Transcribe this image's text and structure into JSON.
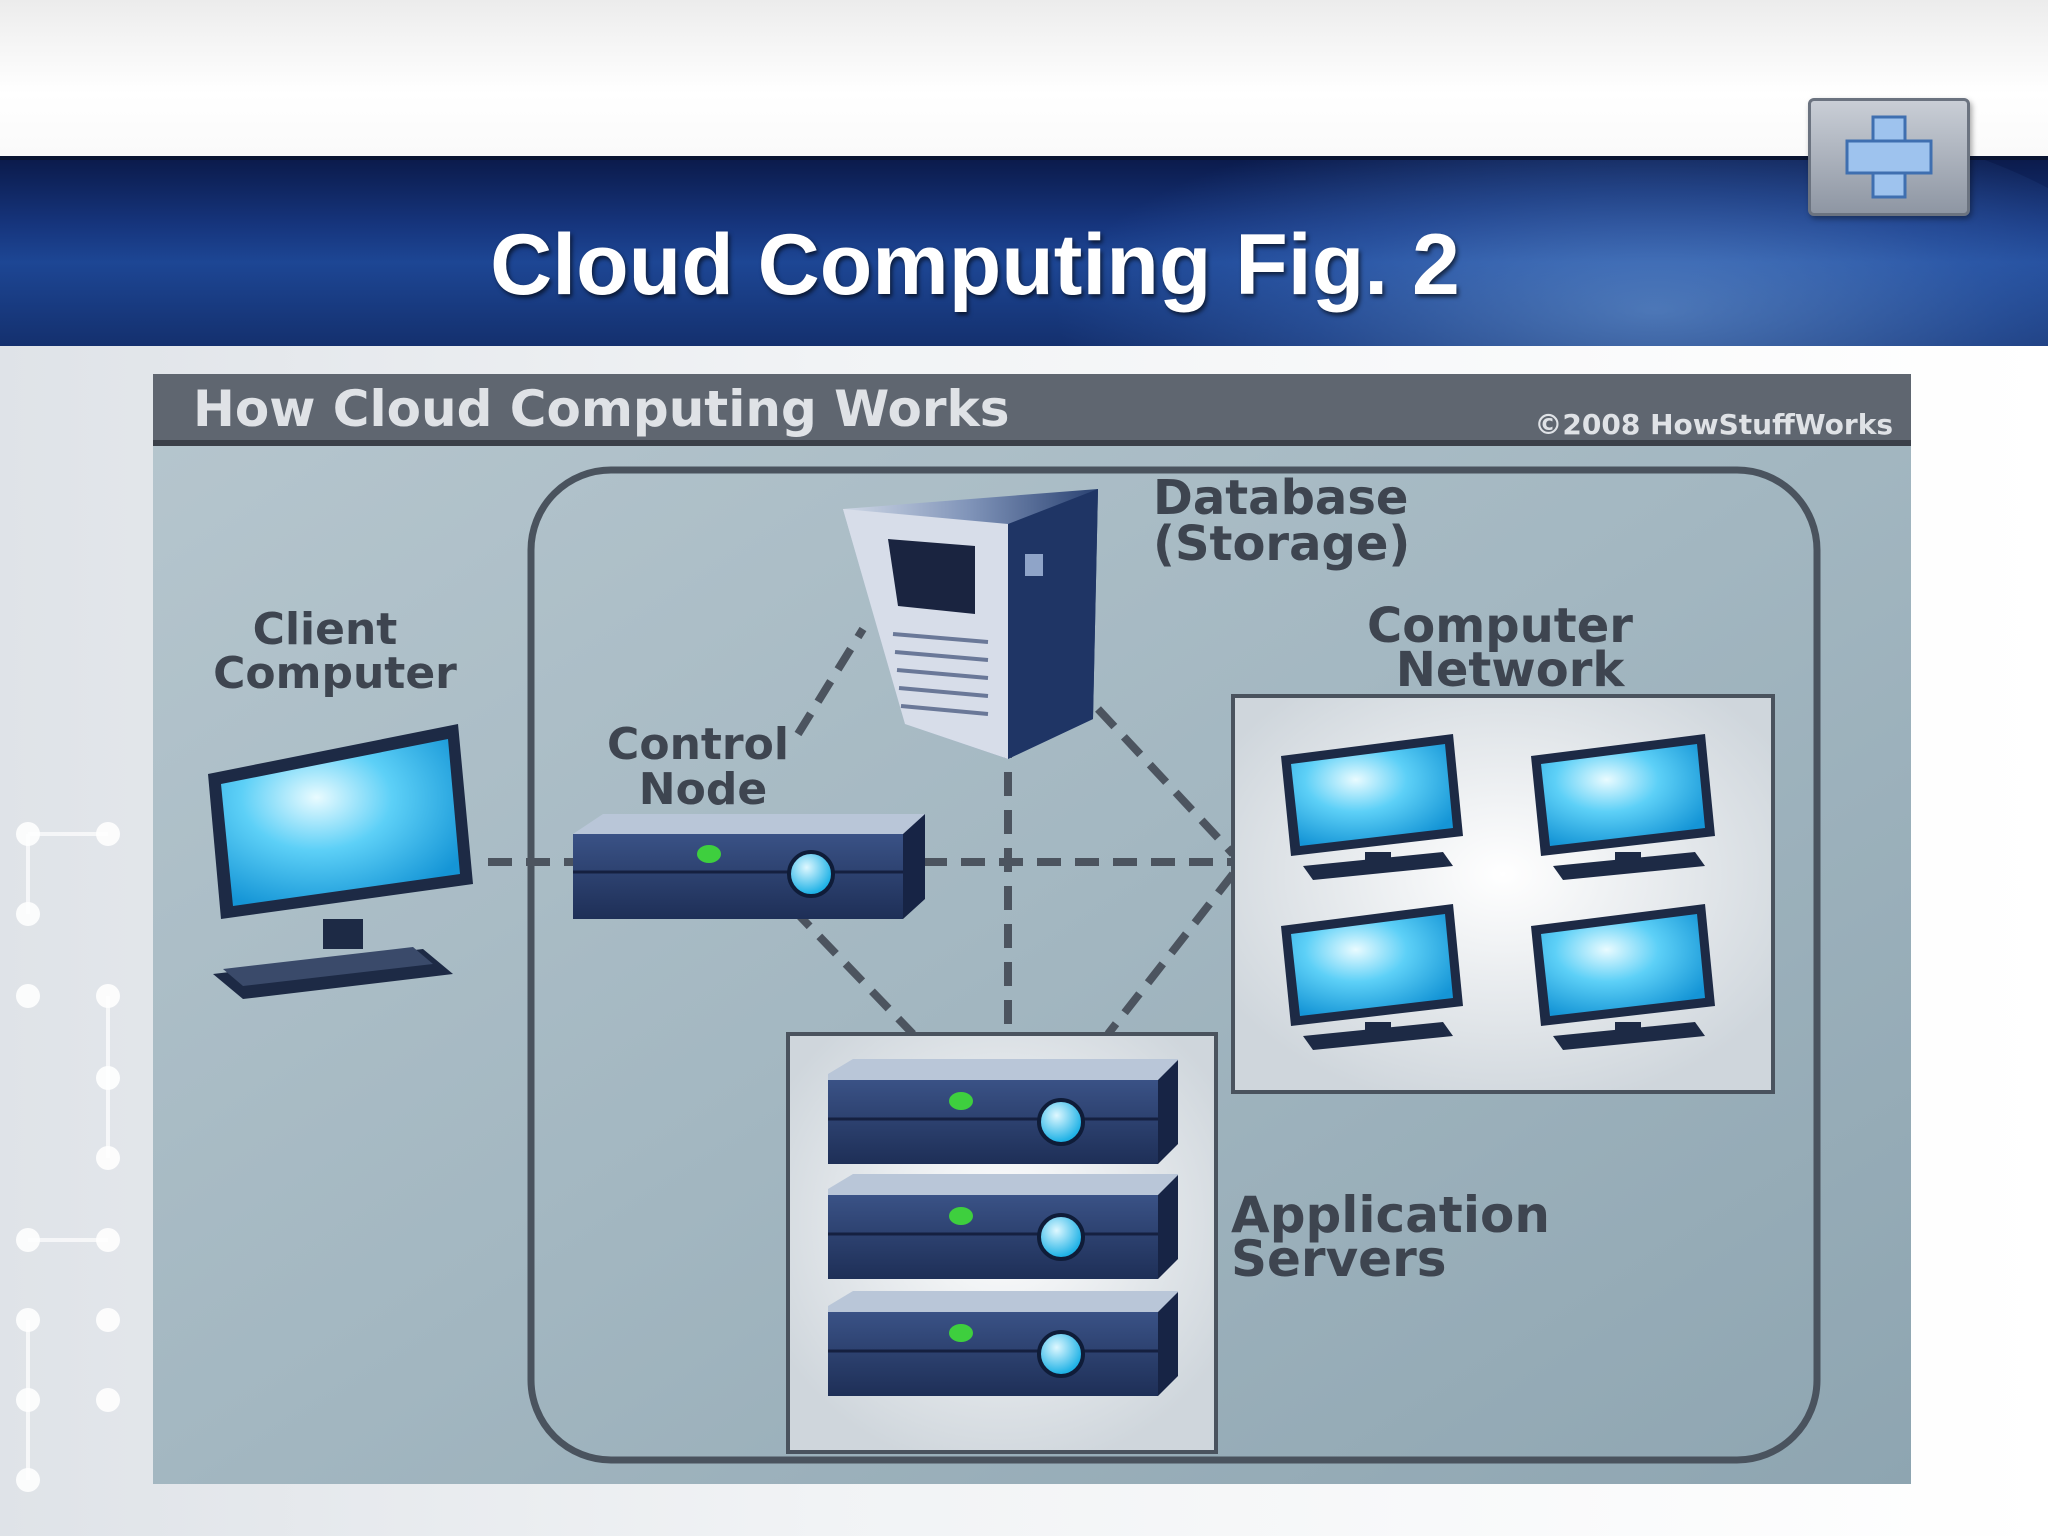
{
  "slide": {
    "title": "Cloud Computing Fig. 2"
  },
  "figure": {
    "header": "How Cloud Computing Works",
    "copyright": "©2008 HowStuffWorks",
    "labels": {
      "client_line1": "Client",
      "client_line2": "Computer",
      "control_line1": "Control",
      "control_line2": "Node",
      "database_line1": "Database",
      "database_line2": "(Storage)",
      "network_line1": "Computer",
      "network_line2": "Network",
      "app_line1": "Application",
      "app_line2": "Servers"
    }
  },
  "colors": {
    "banner": "#16357d",
    "figure_bg": "#9fb4bf",
    "screen": "#2fb7ee",
    "device_dark": "#253a66",
    "led": "#3ecf3e"
  }
}
